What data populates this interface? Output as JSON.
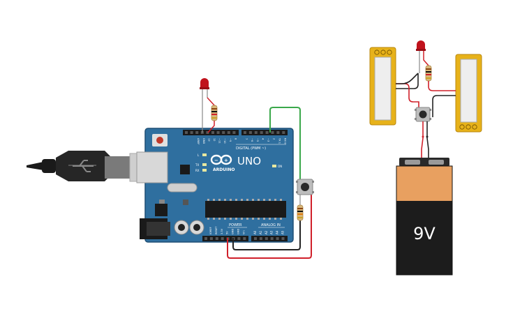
{
  "arduino": {
    "brand": "ARDUINO",
    "model": "UNO",
    "digital_header": "DIGITAL (PWM ~)",
    "power_header": "POWER",
    "analog_header": "ANALOG IN",
    "top_pins": [
      "AREF",
      "GND",
      "13",
      "12",
      "~11",
      "~10",
      "~9",
      "8",
      "7",
      "~6",
      "~5",
      "4",
      "~3",
      "2",
      "TX 1",
      "RX 0"
    ],
    "power_pins": [
      "IOREF",
      "RESET",
      "3.3V",
      "5V",
      "GND",
      "GND",
      "Vin"
    ],
    "analog_pins": [
      "A0",
      "A1",
      "A2",
      "A3",
      "A4",
      "A5"
    ],
    "led_labels": [
      "L",
      "TX",
      "RX"
    ],
    "on_label": "ON"
  },
  "battery": {
    "label": "9V"
  },
  "colors": {
    "board": "#2f6f9f",
    "wire_green": "#3aa84a",
    "wire_red": "#d0202a",
    "wire_black": "#222222",
    "led_red": "#c0121c",
    "sensor_frame": "#e7b21a",
    "battery_orange": "#e8a060",
    "battery_black": "#1c1c1c"
  }
}
